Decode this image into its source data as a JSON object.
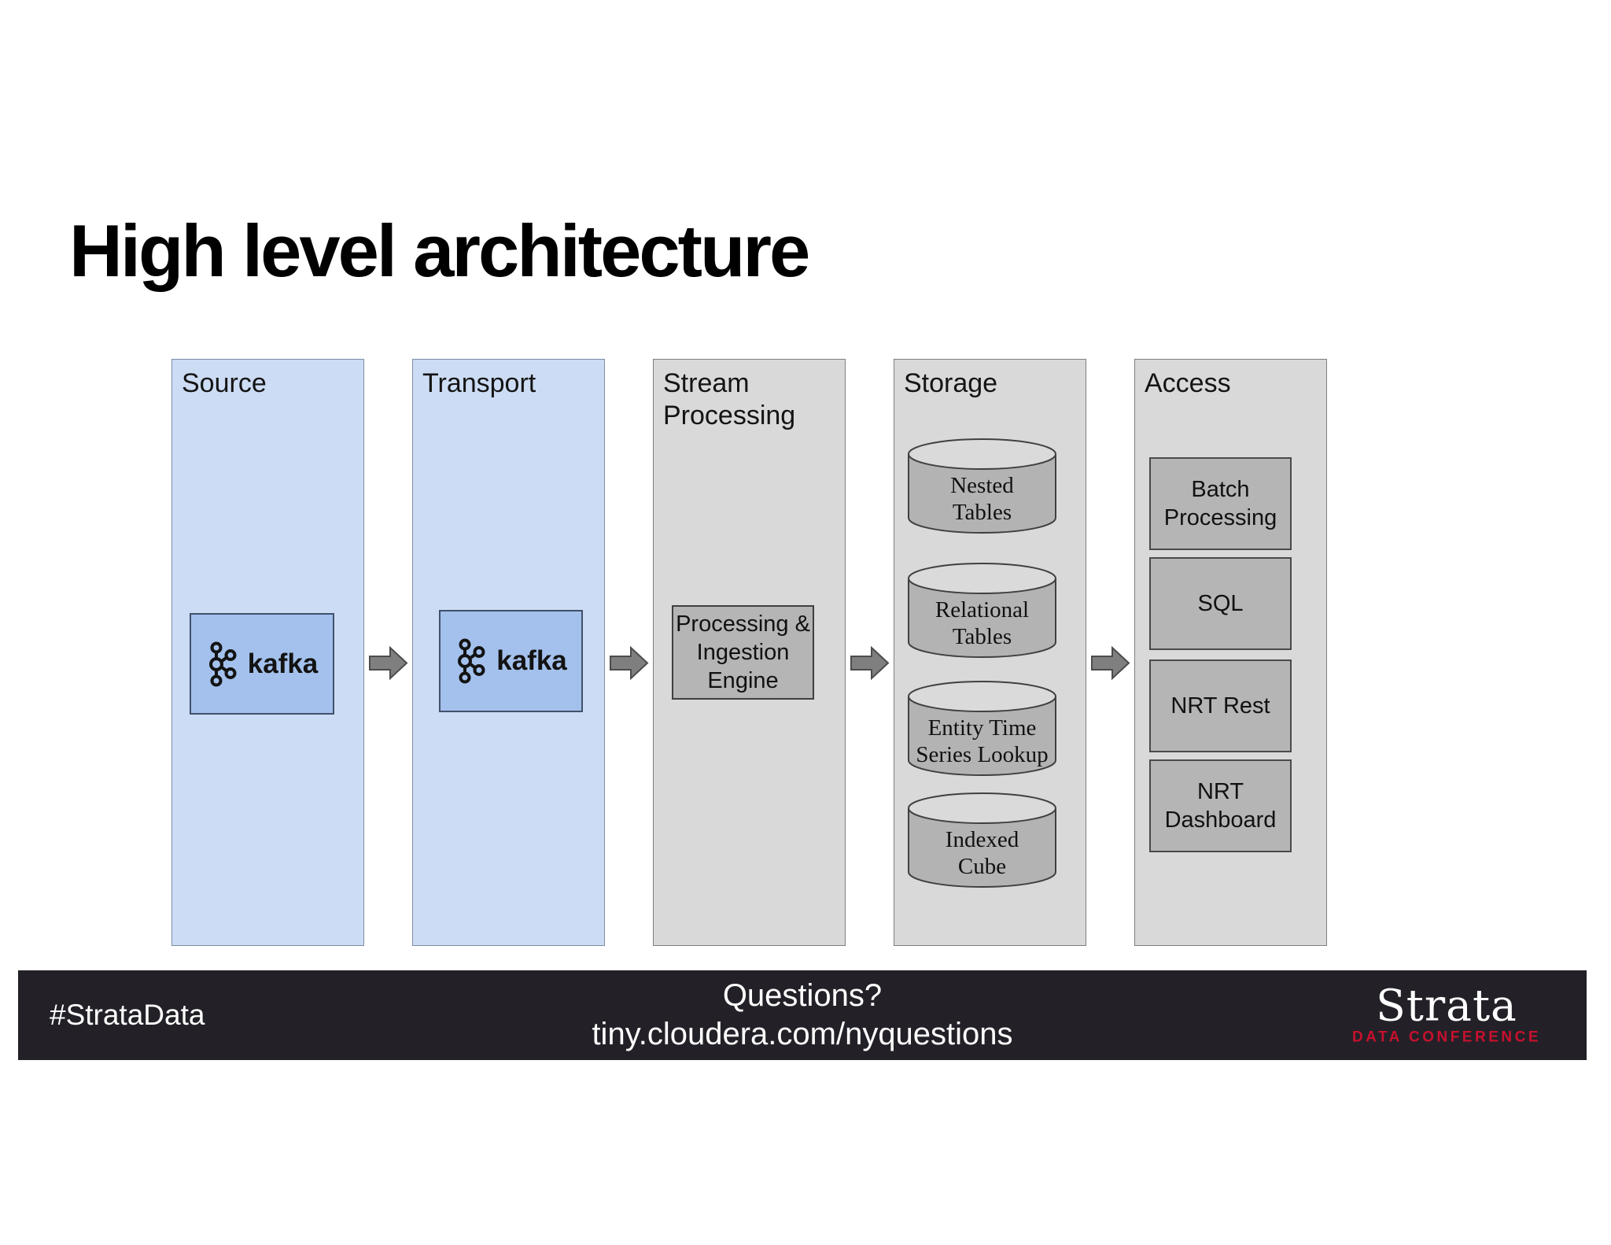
{
  "slide": {
    "title": "High level architecture"
  },
  "columns": [
    {
      "label": "Source"
    },
    {
      "label": "Transport"
    },
    {
      "label": "Stream Processing"
    },
    {
      "label": "Storage"
    },
    {
      "label": "Access"
    }
  ],
  "kafka": {
    "wordmark": "kafka"
  },
  "stream_processing": {
    "engine": {
      "line1": "Processing &",
      "line2": "Ingestion Engine"
    }
  },
  "storage": {
    "cylinders": [
      {
        "line1": "Nested",
        "line2": "Tables"
      },
      {
        "line1": "Relational",
        "line2": "Tables"
      },
      {
        "line1": "Entity Time",
        "line2": "Series Lookup"
      },
      {
        "line1": "Indexed",
        "line2": "Cube"
      }
    ]
  },
  "access": {
    "boxes": [
      {
        "line1": "Batch",
        "line2": "Processing"
      },
      {
        "line1": "SQL",
        "line2": ""
      },
      {
        "line1": "NRT Rest",
        "line2": ""
      },
      {
        "line1": "NRT Dashboard",
        "line2": ""
      }
    ]
  },
  "footer": {
    "hashtag": "#StrataData",
    "question_line1": "Questions?",
    "question_line2": "tiny.cloudera.com/nyquestions",
    "logo_title": "Strata",
    "logo_subtitle": "DATA CONFERENCE"
  },
  "colors": {
    "blue_column_fill": "#ccdcf4",
    "kafka_box_fill": "#a3c1ec",
    "gray_column_fill": "#d9d9d9",
    "inner_box_fill": "#b5b5b5",
    "cylinder_top_fill": "#dadada",
    "arrow_fill": "#7f7f7f",
    "footer_bg": "#232127",
    "strata_red": "#c8102e"
  }
}
